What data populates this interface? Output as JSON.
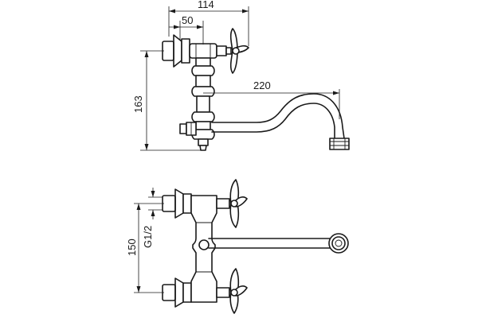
{
  "dimensions": {
    "overall_depth": "114",
    "handle_offset": "50",
    "spout_reach": "220",
    "height": "163",
    "center_distance": "150",
    "thread_size": "G1/2"
  },
  "colors": {
    "line": "#1a1a1a",
    "background": "#ffffff"
  }
}
